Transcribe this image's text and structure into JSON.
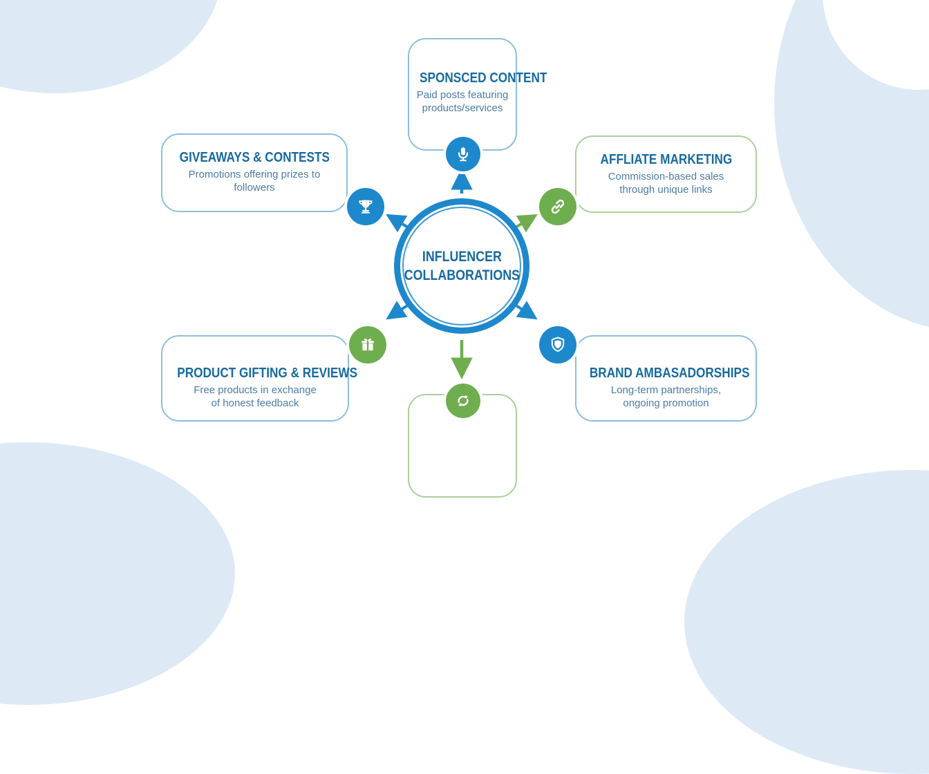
{
  "diagram": {
    "center": {
      "label": "INFLUENCER\nCOLLABORATIONS"
    },
    "nodes": {
      "top": {
        "title": "SPONSCED CONTENT",
        "desc": "Paid posts featuring\nproducts/services",
        "icon": "microphone-icon",
        "accent": "#1e88cc"
      },
      "top_left": {
        "title": "GIVEAWAYS & CONTESTS",
        "desc": "Promotions offering prizes to\nfollowers",
        "icon": "trophy-icon",
        "accent": "#1e88cc"
      },
      "top_right": {
        "title": "AFFLIATE MARKETING",
        "desc": "Commission-based sales\nthrough unique links",
        "icon": "link-icon",
        "accent": "#6fae4e"
      },
      "bottom_left": {
        "title": "PRODUCT GIFTING & REVIEWS",
        "desc": "Free products in exchange\nof honest feedback",
        "icon": "gift-icon",
        "accent": "#6fae4e"
      },
      "bottom_right": {
        "title": "BRAND AMBASADORSHIPS",
        "desc": "Long-term partnerships,\nongoing promotion",
        "icon": "shield-icon",
        "accent": "#1e88cc"
      },
      "bottom": {
        "title": "",
        "desc": "",
        "icon": "sync-arrows-icon",
        "accent": "#6fae4e"
      }
    },
    "colors": {
      "blue": "#1e88cc",
      "green": "#6fae4e",
      "title_text": "#176a9f",
      "desc_text": "#4a7ca6",
      "card_border_blue": "#8cbede",
      "card_border_green": "#a9d09c",
      "background_blob": "#ddeaf6"
    }
  }
}
